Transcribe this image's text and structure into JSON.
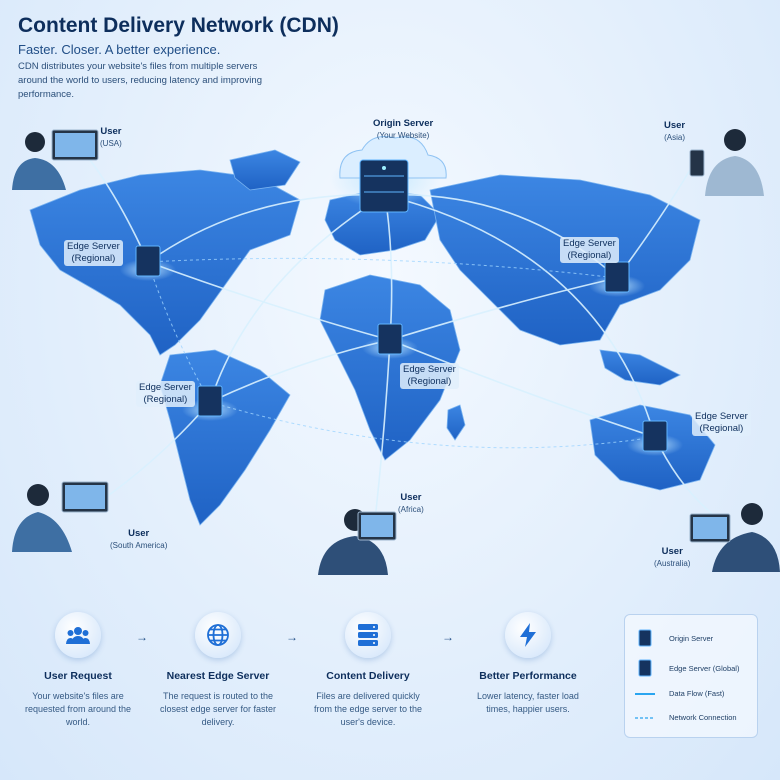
{
  "header": {
    "title": "Content Delivery Network (CDN)",
    "subtitle": "Faster. Closer. A better experience.",
    "description": "CDN distributes your website's files from multiple servers around the world to users, reducing latency and improving performance."
  },
  "diagram": {
    "origin": {
      "label": "Origin Server",
      "sublabel": "(Your Website)"
    },
    "edge_servers": [
      {
        "label": "Edge Server",
        "sublabel": "(Regional)"
      },
      {
        "label": "Edge Server",
        "sublabel": "(Regional)"
      },
      {
        "label": "Edge Server",
        "sublabel": "(Regional)"
      },
      {
        "label": "Edge Server",
        "sublabel": "(Regional)"
      },
      {
        "label": "Edge Server",
        "sublabel": "(Regional)"
      }
    ],
    "users": [
      {
        "label": "User",
        "sublabel": "(USA)"
      },
      {
        "label": "User",
        "sublabel": "(Asia)"
      },
      {
        "label": "User",
        "sublabel": "(South America)"
      },
      {
        "label": "User",
        "sublabel": "(Africa)"
      },
      {
        "label": "User",
        "sublabel": "(Australia)"
      }
    ]
  },
  "steps": [
    {
      "title": "User Request",
      "desc": "Your website's files are requested from around the world.",
      "icon": "users-icon"
    },
    {
      "title": "Nearest Edge Server",
      "desc": "The request is routed to the closest edge server for faster delivery.",
      "icon": "globe-icon"
    },
    {
      "title": "Content Delivery",
      "desc": "Files are delivered quickly from the edge server to the user's device.",
      "icon": "server-stack-icon"
    },
    {
      "title": "Better Performance",
      "desc": "Lower latency, faster load times, happier users.",
      "icon": "lightning-icon"
    }
  ],
  "legend": [
    {
      "label": "Origin Server",
      "icon": "server-icon"
    },
    {
      "label": "Edge Server (Global)",
      "icon": "server-icon"
    },
    {
      "label": "Data Flow (Fast)",
      "icon": "solid-line"
    },
    {
      "label": "Network Connection",
      "icon": "dashed-line"
    }
  ],
  "colors": {
    "primary": "#1f6fd6",
    "dark": "#0d2e5c",
    "glow": "#8fd0ff",
    "map": "#2e78d8"
  }
}
